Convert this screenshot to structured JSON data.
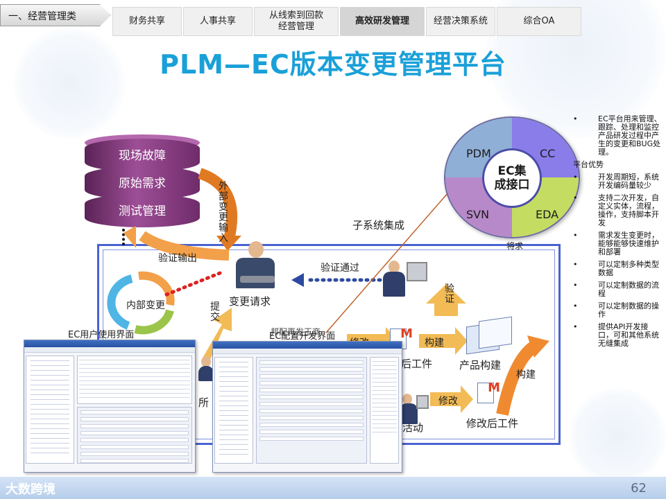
{
  "section_tab": "一、经营管理类",
  "nav": [
    {
      "label": "财务共享",
      "active": false
    },
    {
      "label": "人事共享",
      "active": false
    },
    {
      "label": "从线索到回款\n经营管理",
      "active": false
    },
    {
      "label": "高效研发管理",
      "active": true
    },
    {
      "label": "经营决策系统",
      "active": false
    },
    {
      "label": "综合OA",
      "active": false
    }
  ],
  "title": "PLM—EC版本变更管理平台",
  "diagram": {
    "db_items": [
      "现场故障",
      "原始需求",
      "测试管理"
    ],
    "external_input": "外部变更输入",
    "verify_output": "验证输出",
    "internal_change": "内部变更",
    "change_request": "变更请求",
    "verify_pass": "验证通过",
    "subsystem_integration": "子系统集成",
    "verify": "验证",
    "submit": "提交",
    "modify_top": "修改",
    "build_top": "构建",
    "product_build": "产品构建",
    "build_right": "构建",
    "modify_bottom": "修改",
    "modified_artifact_top": "后工件",
    "modified_artifact_bottom": "修改后工件",
    "activity": "活动",
    "partial_word": "所",
    "partial_top_right": "将求",
    "partial_top_mid": "邦配再发王商",
    "ec_user_ui": "EC用户使用界面",
    "ec_config_ui": "EC配置开发界面",
    "center": "EC集\n成接口",
    "quadrants": [
      "PDM",
      "CC",
      "SVN",
      "EDA"
    ]
  },
  "right_panel": {
    "intro": "EC平台用来管理、跟踪、处理和监控产品研发过程中产生的变更和BUG处理。",
    "heading": "平台优势",
    "items": [
      "开发周期短，系统开发编码量较少",
      "支持二次开发，自定义实体，流程，操作，支持脚本开发",
      "需求发生变更时，能够能够快速维护和部署",
      "可以定制多种类型数据",
      "可以定制数据的流程",
      "可以定制数据的操作",
      "提供API开发接口，可和其他系统无缝集成"
    ]
  },
  "footer": {
    "brand": "大数跨境",
    "page": "62"
  }
}
